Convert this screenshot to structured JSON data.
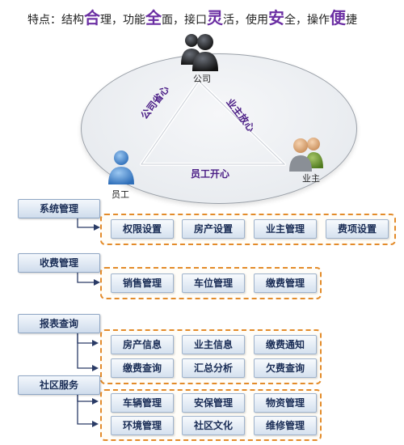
{
  "header": {
    "prefix": "特点：结构",
    "h1": "合",
    "p1": "理，功能",
    "h2": "全",
    "p2": "面，接口",
    "h3": "灵",
    "p3": "活，使用",
    "h4": "安",
    "p4": "全，操作",
    "h5": "便",
    "p5": "捷"
  },
  "diagram": {
    "company_label": "公司",
    "owner_label": "业主",
    "employee_label": "员工",
    "left_side": "公司省心",
    "right_side": "业主放心",
    "bottom_side": "员工开心"
  },
  "modules": [
    {
      "category": "系统管理",
      "items": [
        "权限设置",
        "房产设置",
        "业主管理",
        "费项设置"
      ]
    },
    {
      "category": "收费管理",
      "items": [
        "销售管理",
        "车位管理",
        "缴费管理"
      ]
    },
    {
      "category": "报表查询",
      "items": [
        "房产信息",
        "业主信息",
        "缴费通知",
        "缴费查询",
        "汇总分析",
        "欠费查询"
      ]
    },
    {
      "category": "社区服务",
      "items": [
        "车辆管理",
        "安保管理",
        "物资管理",
        "环境管理",
        "社区文化",
        "维修管理"
      ]
    }
  ],
  "colors": {
    "accent": "#4b1e86",
    "dash": "#e38b2a",
    "button_text": "#1a2d56"
  }
}
